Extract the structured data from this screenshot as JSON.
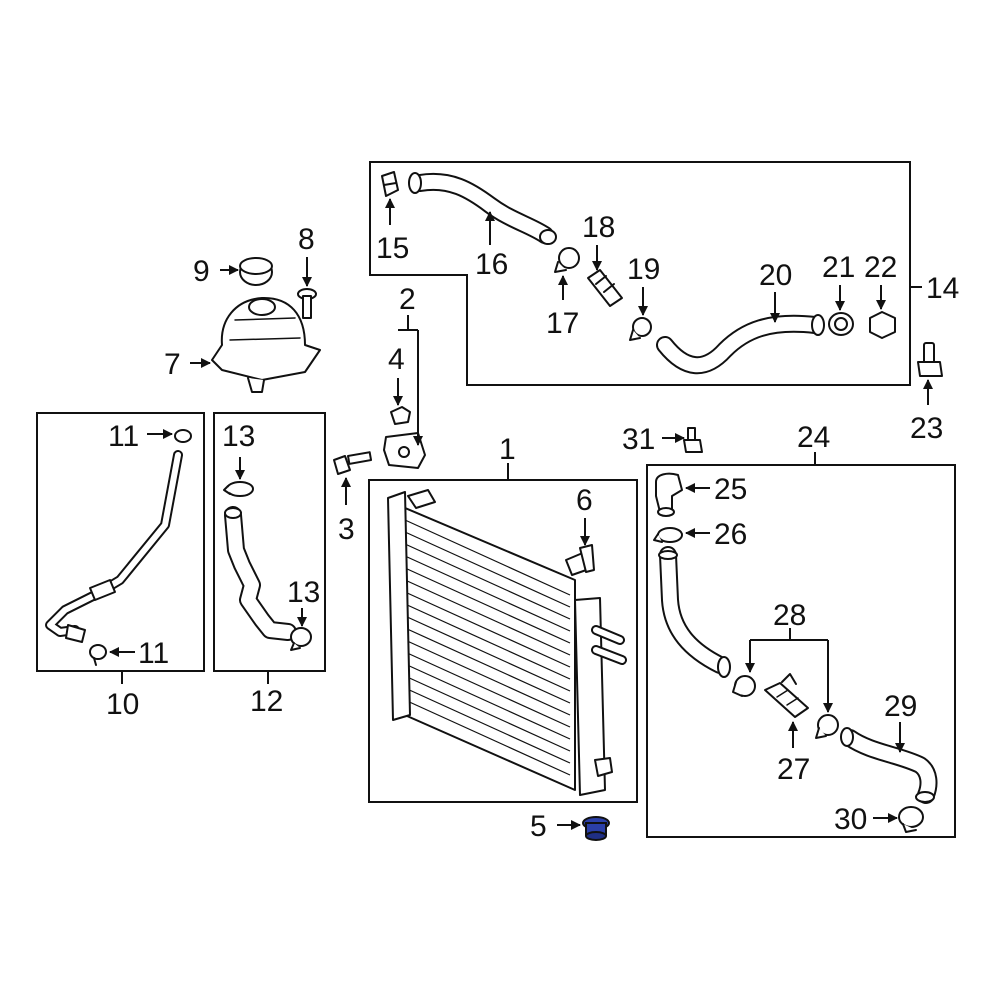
{
  "diagram": {
    "callouts": {
      "c1": "1",
      "c2": "2",
      "c3": "3",
      "c4": "4",
      "c5": "5",
      "c6": "6",
      "c7": "7",
      "c8": "8",
      "c9": "9",
      "c10": "10",
      "c11a": "11",
      "c11b": "11",
      "c12": "12",
      "c13a": "13",
      "c13b": "13",
      "c14": "14",
      "c15": "15",
      "c16": "16",
      "c17": "17",
      "c18": "18",
      "c19": "19",
      "c20": "20",
      "c21": "21",
      "c22": "22",
      "c23": "23",
      "c24": "24",
      "c25": "25",
      "c26": "26",
      "c27": "27",
      "c28": "28",
      "c29": "29",
      "c30": "30",
      "c31": "31"
    },
    "highlight_color": "#2b3fa8",
    "line_color": "#111111"
  }
}
